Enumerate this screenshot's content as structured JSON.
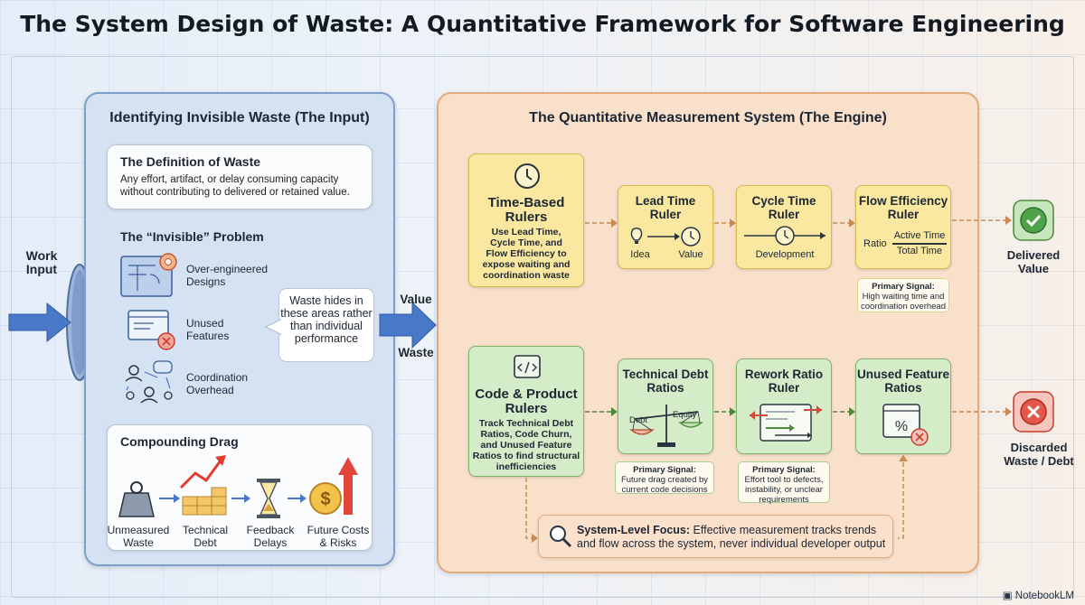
{
  "title": "The System Design of Waste: A Quantitative Framework for Software Engineering",
  "work_input": "Work\nInput",
  "left_panel": {
    "title": "Identifying Invisible Waste (The Input)",
    "definition": {
      "heading": "The Definition of Waste",
      "body": "Any effort, artifact, or delay consuming capacity without contributing to delivered or retained value."
    },
    "invisible": {
      "heading": "The “Invisible” Problem",
      "items": [
        "Over-engineered\nDesigns",
        "Unused\nFeatures",
        "Coordination\nOverhead"
      ]
    },
    "bubble": "Waste hides in these areas rather than individual performance",
    "compounding": {
      "heading": "Compounding Drag",
      "steps": [
        "Unmeasured\nWaste",
        "Technical\nDebt",
        "Feedback\nDelays",
        "Future Costs\n& Risks"
      ]
    }
  },
  "flow_labels": {
    "value": "Value",
    "waste": "Waste"
  },
  "right_panel": {
    "title": "The Quantitative Measurement System (The Engine)",
    "time_based": {
      "title": "Time-Based\nRulers",
      "desc": "Use Lead Time,\nCycle Time, and\nFlow Efficiency to\nexpose waiting and\ncoordination waste"
    },
    "lead_time": {
      "title": "Lead Time\nRuler",
      "from": "Idea",
      "to": "Value"
    },
    "cycle_time": {
      "title": "Cycle Time\nRuler",
      "label": "Development"
    },
    "flow_efficiency": {
      "title": "Flow Efficiency\nRuler",
      "ratio": "Ratio",
      "numerator": "Active Time",
      "denominator": "Total Time",
      "signal_label": "Primary Signal:",
      "signal": "High waiting time and\ncoordination overhead"
    },
    "code_product": {
      "title": "Code & Product\nRulers",
      "desc": "Track Technical Debt\nRatios, Code Churn,\nand Unused Feature\nRatios to find structural\ninefficiencies"
    },
    "tech_debt": {
      "title": "Technical Debt\nRatios",
      "debt": "Debt",
      "equity": "Equity",
      "signal_label": "Primary Signal:",
      "signal": "Future drag created by\ncurrent code decisions"
    },
    "rework": {
      "title": "Rework Ratio\nRuler",
      "signal_label": "Primary Signal:",
      "signal": "Effort tool to defects,\ninstability, or unclear\nrequirements"
    },
    "unused_feature": {
      "title": "Unused Feature\nRatios"
    },
    "focus": {
      "bold": "System-Level Focus:",
      "text": " Effective measurement tracks trends and flow across the system, never individual developer output"
    }
  },
  "outputs": {
    "delivered": "Delivered\nValue",
    "discarded": "Discarded\nWaste / Debt"
  },
  "brand": "NotebookLM",
  "colors": {
    "input_panel": "#d5e2f3",
    "engine_panel": "#f8e0cb",
    "time_rulers": "#fbe8a0",
    "code_rulers": "#d5ecc9",
    "arrow_blue": "#4a78c8",
    "arrow_orange": "#c98a52"
  }
}
